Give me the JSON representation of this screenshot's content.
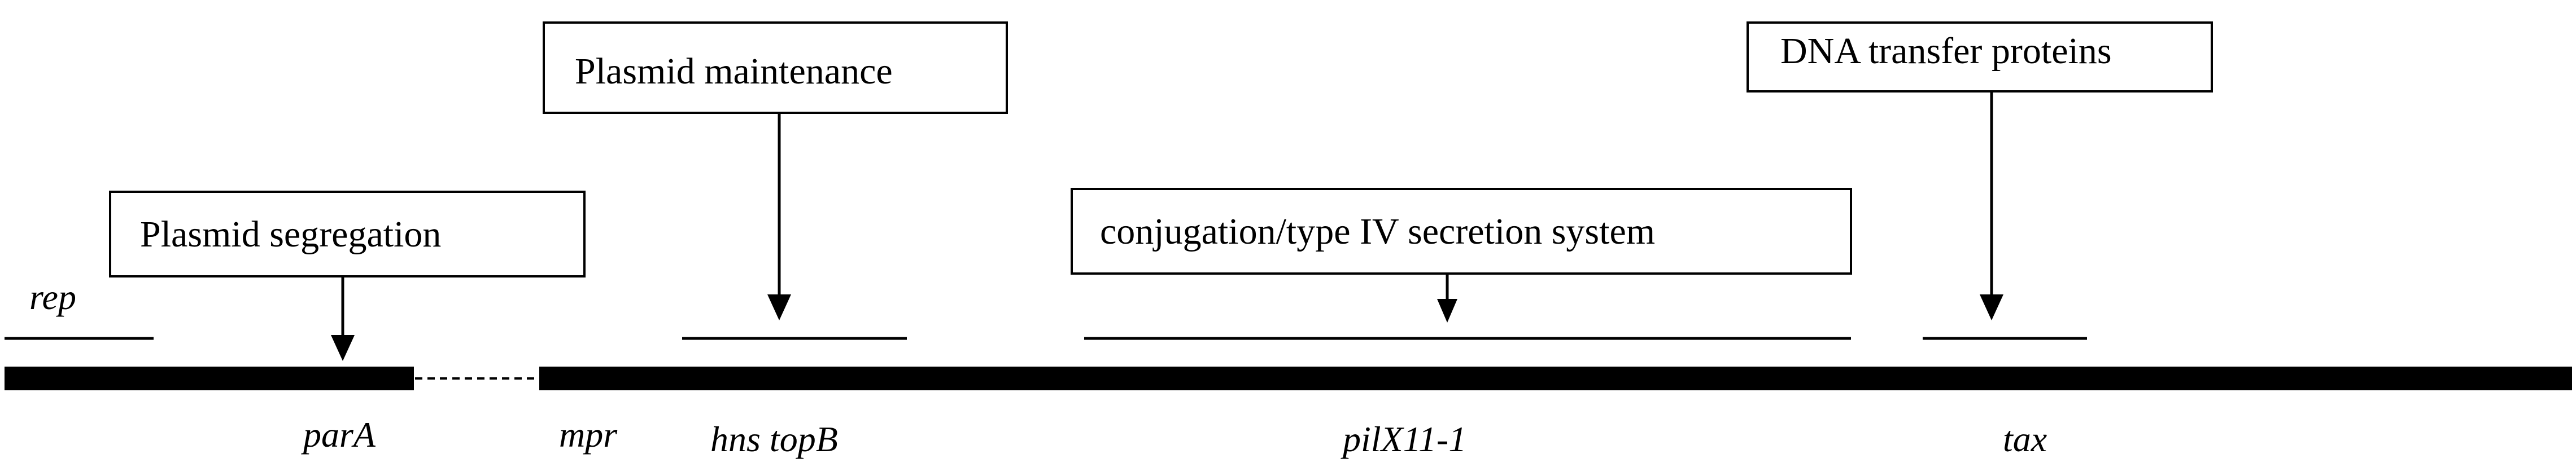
{
  "diagram": {
    "boxes": {
      "segregation": "Plasmid segregation",
      "maintenance": "Plasmid maintenance",
      "transfer": "DNA transfer proteins",
      "conjugation": "conjugation/type IV secretion system"
    },
    "genes": {
      "rep": "rep",
      "parA": "parA",
      "mpr": "mpr",
      "hns_topB": "hns topB",
      "pilX11": "pilX11-1",
      "tax": "tax"
    },
    "colors": {
      "ink": "#000000",
      "background": "#ffffff"
    }
  }
}
